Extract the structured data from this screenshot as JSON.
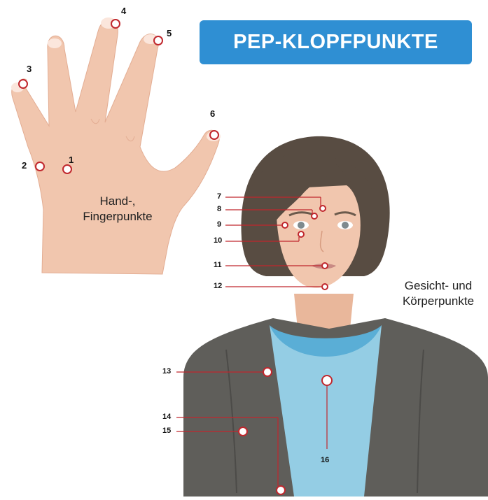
{
  "title": "PEP-KLOPFPUNKTE",
  "hand_caption_line1": "Hand-,",
  "hand_caption_line2": "Fingerpunkte",
  "face_caption_line1": "Gesicht- und",
  "face_caption_line2": "Körperpunkte",
  "points": {
    "p1": "1",
    "p2": "2",
    "p3": "3",
    "p4": "4",
    "p5": "5",
    "p6": "6",
    "p7": "7",
    "p8": "8",
    "p9": "9",
    "p10": "10",
    "p11": "11",
    "p12": "12",
    "p13": "13",
    "p14": "14",
    "p15": "15",
    "p16": "16"
  },
  "colors": {
    "accent": "#2f8fd3",
    "marker": "#c0272d",
    "skin": "#f1c6ae",
    "hair": "#584c42",
    "jacket": "#5f5e5a",
    "shirt": "#94cde4"
  }
}
